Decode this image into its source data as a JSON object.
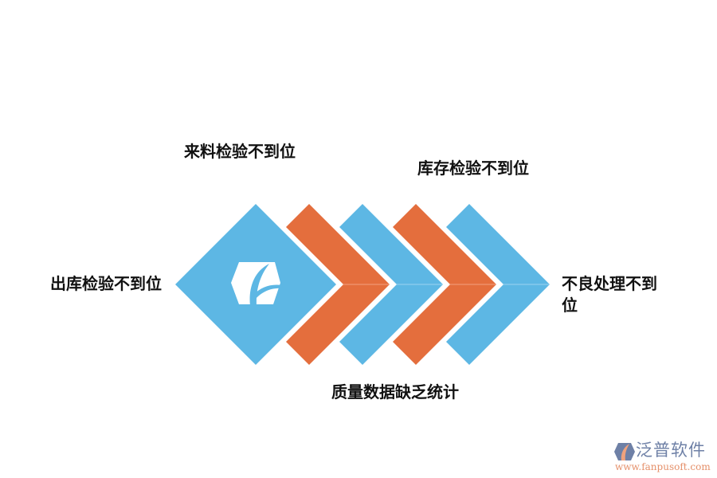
{
  "diagram": {
    "title": "",
    "colors": {
      "blue": "#5db7e4",
      "orange": "#e46e3d",
      "text": "#111111"
    },
    "center_icon": "fanpu-logo-icon",
    "labels": {
      "left": "出库检验不到位",
      "top_left": "来料检验不到位",
      "top_right": "库存检验不到位",
      "right": "不良处理不到位",
      "bottom": "质量数据缺乏统计"
    },
    "chevrons": [
      "orange",
      "blue",
      "orange",
      "blue"
    ]
  },
  "watermark": {
    "name": "泛普软件",
    "url": "www.fanpusoft.com"
  }
}
